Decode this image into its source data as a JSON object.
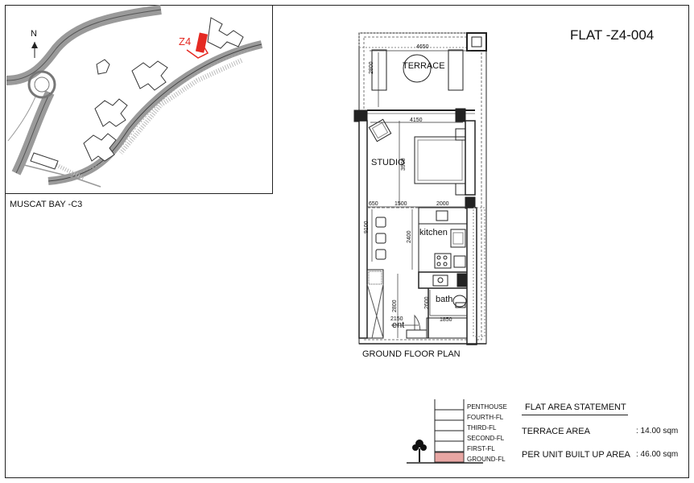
{
  "title": "FLAT -Z4-004",
  "site_plan": {
    "caption": "MUSCAT BAY -C3",
    "north_label": "N",
    "unit_tag": "Z4"
  },
  "floor_plan": {
    "caption": "GROUND FLOOR PLAN",
    "rooms": {
      "terrace": "TERRACE",
      "studio": "STUDIO",
      "kitchen": "kitchen",
      "bath": "bath",
      "entrance": "ent"
    },
    "dimensions": {
      "terrace_width": "4650",
      "terrace_depth": "2800",
      "studio_width": "4150",
      "studio_depth": "3900",
      "left_strip": "650",
      "mid_width": "1500",
      "right_width": "2000",
      "stair_depth": "9100",
      "kitchen_depth": "2400",
      "entry_depth": "2800",
      "entry_width": "2150",
      "bath_width": "1850",
      "bath_depth": "2600"
    }
  },
  "section_levels": [
    "PENTHOUSE",
    "FOURTH-FL",
    "THIRD-FL",
    "SECOND-FL",
    "FIRST-FL",
    "GROUND-FL"
  ],
  "highlighted_level": "GROUND-FL",
  "area_statement": {
    "heading": "FLAT AREA STATEMENT",
    "rows": [
      {
        "label": "TERRACE AREA",
        "value": ": 14.00 sqm"
      },
      {
        "label": "PER UNIT BUILT UP AREA",
        "value": ": 46.00 sqm"
      }
    ]
  },
  "colors": {
    "highlight": "#e52a23",
    "floor_highlight": "#e8a6a3",
    "line": "#222222"
  }
}
